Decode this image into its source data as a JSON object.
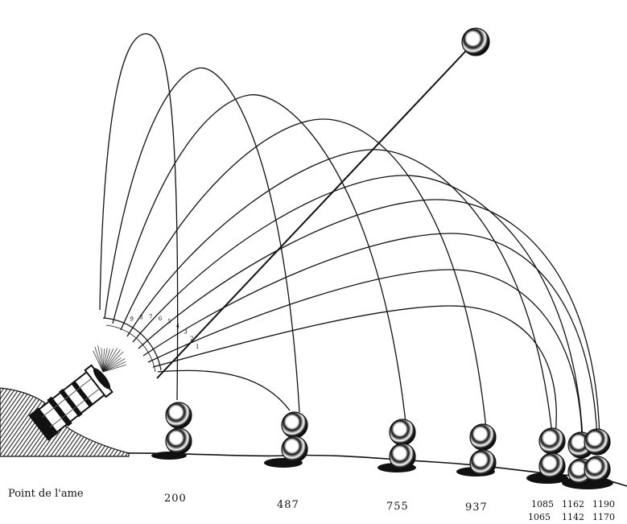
{
  "caption": "Point de l'ame",
  "distance_labels": [
    "200",
    "487",
    "755",
    "937",
    "1085",
    "1162",
    "1190",
    "1065",
    "1142",
    "1170"
  ],
  "quadrant_scale": [
    "9",
    "8",
    "7",
    "6",
    "5",
    "4",
    "3",
    "2",
    "1"
  ],
  "ink_color": "#111111",
  "paper_color": "#ffffff"
}
